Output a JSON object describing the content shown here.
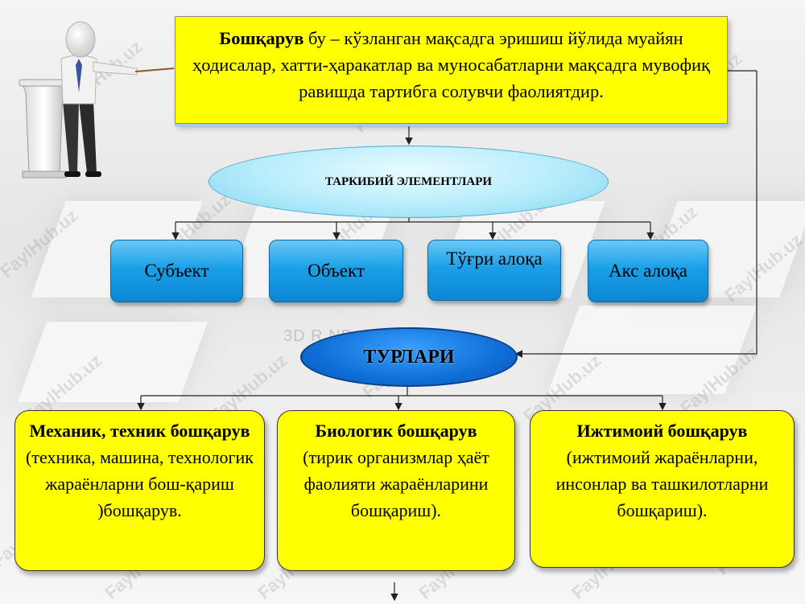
{
  "definition": {
    "term": "Бошқарув",
    "text": " бу – кўзланган мақсадга эришиш йўлида муайян ҳодисалар, хатти-ҳаракатлар ва муносабатларни мақсадга мувофиқ равишда тартибга солувчи фаолиятдир."
  },
  "elements_header": "ТАРКИБИЙ ЭЛЕМЕНТЛАРИ",
  "elements": [
    "Субъект",
    "Объект",
    "Тўғри алоқа",
    "Акс алоқа"
  ],
  "types_header": "ТУРЛАРИ",
  "types": [
    {
      "title": "Механик, техник бошқарув",
      "desc": " (техника, машина, технологик жараёнларни бош-қариш )бошқарув."
    },
    {
      "title": "Биологик бошқарув",
      "desc": "(тирик организмлар ҳаёт фаолияти жараёнларини бошқариш)."
    },
    {
      "title": "Ижтимоий бошқарув",
      "desc": "(ижтимоий жараёнларни, инсонлар ва ташкилотларни бошқариш)."
    }
  ],
  "background_text": "3D R                      ND",
  "watermark": "FaylHub.uz",
  "colors": {
    "box_yellow": "#ffff00",
    "pill_blue": "#1aa0e8",
    "ellipse_light": "#b6ecfb",
    "ellipse_dark": "#0f6fd8"
  }
}
